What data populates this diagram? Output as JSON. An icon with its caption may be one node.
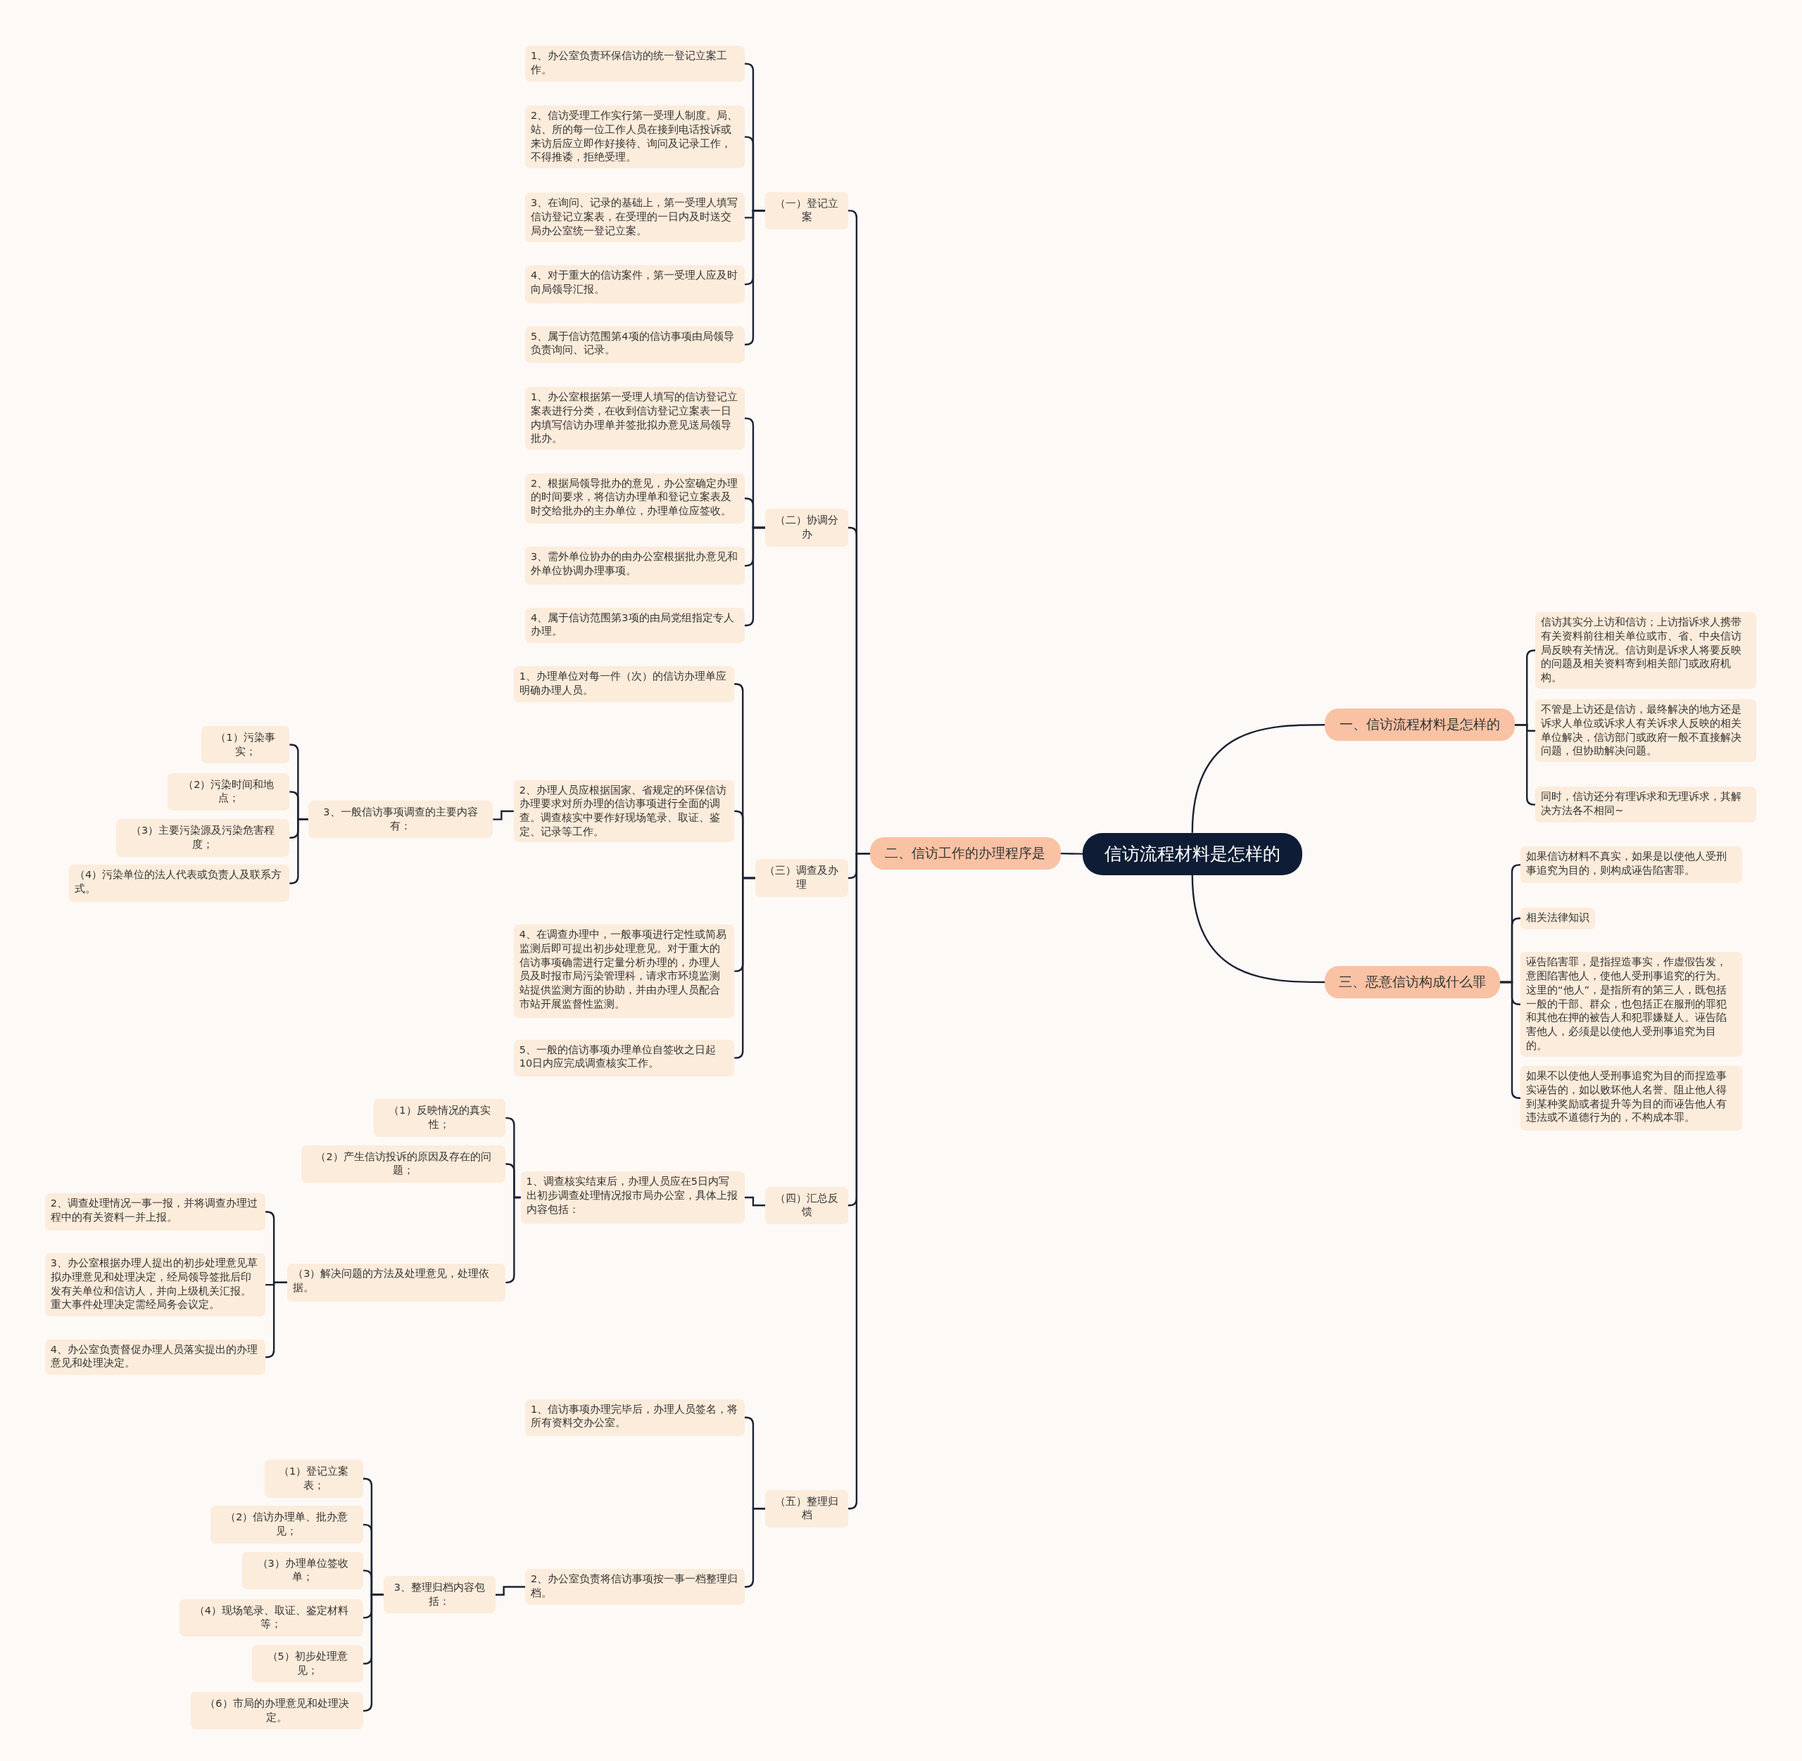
{
  "diagram": {
    "nodes": [
      {
        "text": [
          "信访流程材料是怎样的"
        ]
      },
      {
        "text": [
          "一、信访流程材料是怎样的"
        ]
      },
      {
        "text": [
          "信访其实分上访和信访；上访指诉求人携带有关资料前往相关单位或市、省、中央信访局反映有关情况。信访则是诉求人将要反映的问题及相关资料寄到相关部门或政府机构。"
        ]
      },
      {
        "text": [
          "不管是上访还是信访，最终解决的地方还是诉求人单位或诉求人有关诉求人反映的相关单位解决，信访部门或政府一般不直接解决问题，但协助解决问题。"
        ]
      },
      {
        "text": [
          "同时，信访还分有理诉求和无理诉求，其解决方法各不相同~"
        ]
      },
      {
        "text": [
          "三、恶意信访构成什么罪"
        ]
      },
      {
        "text": [
          "如果信访材料不真实，如果是以使他人受刑事追究为目的，则构成诬告陷害罪。"
        ]
      },
      {
        "text": [
          "相关法律知识"
        ]
      },
      {
        "text": [
          "诬告陷害罪，是指捏造事实，作虚假告发，意图陷害他人，使他人受刑事追究的行为。这里的“他人”，是指所有的第三人，既包括一般的干部、群众，也包括正在服刑的罪犯和其他在押的被告人和犯罪嫌疑人。诬告陷害他人，必须是以使他人受刑事追究为目的。"
        ]
      },
      {
        "text": [
          "如果不以使他人受刑事追究为目的而捏造事实诬告的，如以败坏他人名誉、阻止他人得到某种奖励或者提升等为目的而诬告他人有违法或不道德行为的，不构成本罪。"
        ]
      },
      {
        "text": [
          "二、信访工作的办理程序是"
        ]
      },
      {
        "text": [
          "（一）登记立案"
        ]
      },
      {
        "text": [
          "1、办公室负责环保信访的统一登记立案工作。"
        ]
      },
      {
        "text": [
          "2、信访受理工作实行第一受理人制度。局、站、所的每一位工作人员在接到电话投诉或来访后应立即作好接待、询问及记录工作，不得推诿，拒绝受理。"
        ]
      },
      {
        "text": [
          "3、在询问、记录的基础上，第一受理人填写信访登记立案表，在受理的一日内及时送交局办公室统一登记立案。"
        ]
      },
      {
        "text": [
          "4、对于重大的信访案件，第一受理人应及时向局领导汇报。"
        ]
      },
      {
        "text": [
          "5、属于信访范围第4项的信访事项由局领导负责询问、记录。"
        ]
      },
      {
        "text": [
          "（二）协调分办"
        ]
      },
      {
        "text": [
          "1、办公室根据第一受理人填写的信访登记立案表进行分类，在收到信访登记立案表一日内填写信访办理单并签批拟办意见送局领导批办。"
        ]
      },
      {
        "text": [
          "2、根据局领导批办的意见，办公室确定办理的时间要求，将信访办理单和登记立案表及时交给批办的主办单位，办理单位应签收。"
        ]
      },
      {
        "text": [
          "3、需外单位协办的由办公室根据批办意见和外单位协调办理事项。"
        ]
      },
      {
        "text": [
          "4、属于信访范围第3项的由局党组指定专人办理。"
        ]
      },
      {
        "text": [
          "（三）调查及办理"
        ]
      },
      {
        "text": [
          "1、办理单位对每一件（次）的信访办理单应明确办理人员。"
        ]
      },
      {
        "text": [
          "2、办理人员应根据国家、省规定的环保信访办理要求对所办理的信访事项进行全面的调查。调查核实中要作好现场笔录、取证、鉴定、记录等工作。"
        ]
      },
      {
        "text": [
          "3、一般信访事项调查的主要内容有："
        ]
      },
      {
        "text": [
          "（1）污染事实；"
        ]
      },
      {
        "text": [
          "（2）污染时间和地点；"
        ]
      },
      {
        "text": [
          "（3）主要污染源及污染危害程度；"
        ]
      },
      {
        "text": [
          "（4）污染单位的法人代表或负责人及联系方式。"
        ]
      },
      {
        "text": [
          "4、在调查办理中，一般事项进行定性或简易监测后即可提出初步处理意见。对于重大的信访事项确需进行定量分析办理的，办理人员及时报市局污染管理科，请求市环境监测站提供监测方面的协助，并由办理人员配合市站开展监督性监测。"
        ]
      },
      {
        "text": [
          "5、一般的信访事项办理单位自签收之日起10日内应完成调查核实工作。"
        ]
      },
      {
        "text": [
          "（四）汇总反馈"
        ]
      },
      {
        "text": [
          "1、调查核实结束后，办理人员应在5日内写出初步调查处理情况报市局办公室，具体上报内容包括："
        ]
      },
      {
        "text": [
          "（1）反映情况的真实性；"
        ]
      },
      {
        "text": [
          "（2）产生信访投诉的原因及存在的问题；"
        ]
      },
      {
        "text": [
          "（3）解决问题的方法及处理意见，处理依据。"
        ]
      },
      {
        "text": [
          "2、调查处理情况一事一报，并将调查办理过程中的有关资料一并上报。"
        ]
      },
      {
        "text": [
          "3、办公室根据办理人提出的初步处理意见草拟办理意见和处理决定，经局领导签批后印发有关单位和信访人，并向上级机关汇报。重大事件处理决定需经局务会议定。"
        ]
      },
      {
        "text": [
          "4、办公室负责督促办理人员落实提出的办理意见和处理决定。"
        ]
      },
      {
        "text": [
          "（五）整理归档"
        ]
      },
      {
        "text": [
          "1、信访事项办理完毕后，办理人员签名，将所有资料交办公室。"
        ]
      },
      {
        "text": [
          "2、办公室负责将信访事项按一事一档整理归档。"
        ]
      },
      {
        "text": [
          "3、整理归档内容包括："
        ]
      },
      {
        "text": [
          "（1）登记立案表；"
        ]
      },
      {
        "text": [
          "（2）信访办理单、批办意见；"
        ]
      },
      {
        "text": [
          "（3）办理单位签收单；"
        ]
      },
      {
        "text": [
          "（4）现场笔录、取证、鉴定材料等；"
        ]
      },
      {
        "text": [
          "（5）初步处理意见；"
        ]
      },
      {
        "text": [
          "（6）市局的办理意见和处理决定。"
        ]
      }
    ],
    "edges": [
      {
        "from": 0,
        "to": 1,
        "arrow": "none"
      },
      {
        "from": 1,
        "to": 2,
        "arrow": "none"
      },
      {
        "from": 1,
        "to": 3,
        "arrow": "none"
      },
      {
        "from": 1,
        "to": 4,
        "arrow": "none"
      },
      {
        "from": 0,
        "to": 5,
        "arrow": "none"
      },
      {
        "from": 5,
        "to": 6,
        "arrow": "none"
      },
      {
        "from": 5,
        "to": 7,
        "arrow": "none"
      },
      {
        "from": 5,
        "to": 8,
        "arrow": "none"
      },
      {
        "from": 5,
        "to": 9,
        "arrow": "none"
      },
      {
        "from": 0,
        "to": 10,
        "arrow": "none"
      },
      {
        "from": 10,
        "to": 11,
        "arrow": "none"
      },
      {
        "from": 11,
        "to": 12,
        "arrow": "none"
      },
      {
        "from": 11,
        "to": 13,
        "arrow": "none"
      },
      {
        "from": 11,
        "to": 14,
        "arrow": "none"
      },
      {
        "from": 11,
        "to": 15,
        "arrow": "none"
      },
      {
        "from": 11,
        "to": 16,
        "arrow": "none"
      },
      {
        "from": 10,
        "to": 17,
        "arrow": "none"
      },
      {
        "from": 17,
        "to": 18,
        "arrow": "none"
      },
      {
        "from": 17,
        "to": 19,
        "arrow": "none"
      },
      {
        "from": 17,
        "to": 20,
        "arrow": "none"
      },
      {
        "from": 17,
        "to": 21,
        "arrow": "none"
      },
      {
        "from": 10,
        "to": 22,
        "arrow": "none"
      },
      {
        "from": 22,
        "to": 23,
        "arrow": "none"
      },
      {
        "from": 22,
        "to": 24,
        "arrow": "none"
      },
      {
        "from": 24,
        "to": 25,
        "arrow": "none"
      },
      {
        "from": 25,
        "to": 26,
        "arrow": "none"
      },
      {
        "from": 25,
        "to": 27,
        "arrow": "none"
      },
      {
        "from": 25,
        "to": 28,
        "arrow": "none"
      },
      {
        "from": 25,
        "to": 29,
        "arrow": "none"
      },
      {
        "from": 22,
        "to": 30,
        "arrow": "none"
      },
      {
        "from": 22,
        "to": 31,
        "arrow": "none"
      },
      {
        "from": 10,
        "to": 32,
        "arrow": "none"
      },
      {
        "from": 32,
        "to": 33,
        "arrow": "none"
      },
      {
        "from": 33,
        "to": 34,
        "arrow": "none"
      },
      {
        "from": 33,
        "to": 35,
        "arrow": "none"
      },
      {
        "from": 33,
        "to": 36,
        "arrow": "none"
      },
      {
        "from": 36,
        "to": 37,
        "arrow": "none"
      },
      {
        "from": 36,
        "to": 38,
        "arrow": "none"
      },
      {
        "from": 36,
        "to": 39,
        "arrow": "none"
      },
      {
        "from": 10,
        "to": 40,
        "arrow": "none"
      },
      {
        "from": 40,
        "to": 41,
        "arrow": "none"
      },
      {
        "from": 40,
        "to": 42,
        "arrow": "none"
      },
      {
        "from": 42,
        "to": 43,
        "arrow": "none"
      },
      {
        "from": 43,
        "to": 44,
        "arrow": "none"
      },
      {
        "from": 43,
        "to": 45,
        "arrow": "none"
      },
      {
        "from": 43,
        "to": 46,
        "arrow": "none"
      },
      {
        "from": 43,
        "to": 47,
        "arrow": "none"
      },
      {
        "from": 43,
        "to": 48,
        "arrow": "none"
      },
      {
        "from": 43,
        "to": 49,
        "arrow": "none"
      }
    ]
  }
}
